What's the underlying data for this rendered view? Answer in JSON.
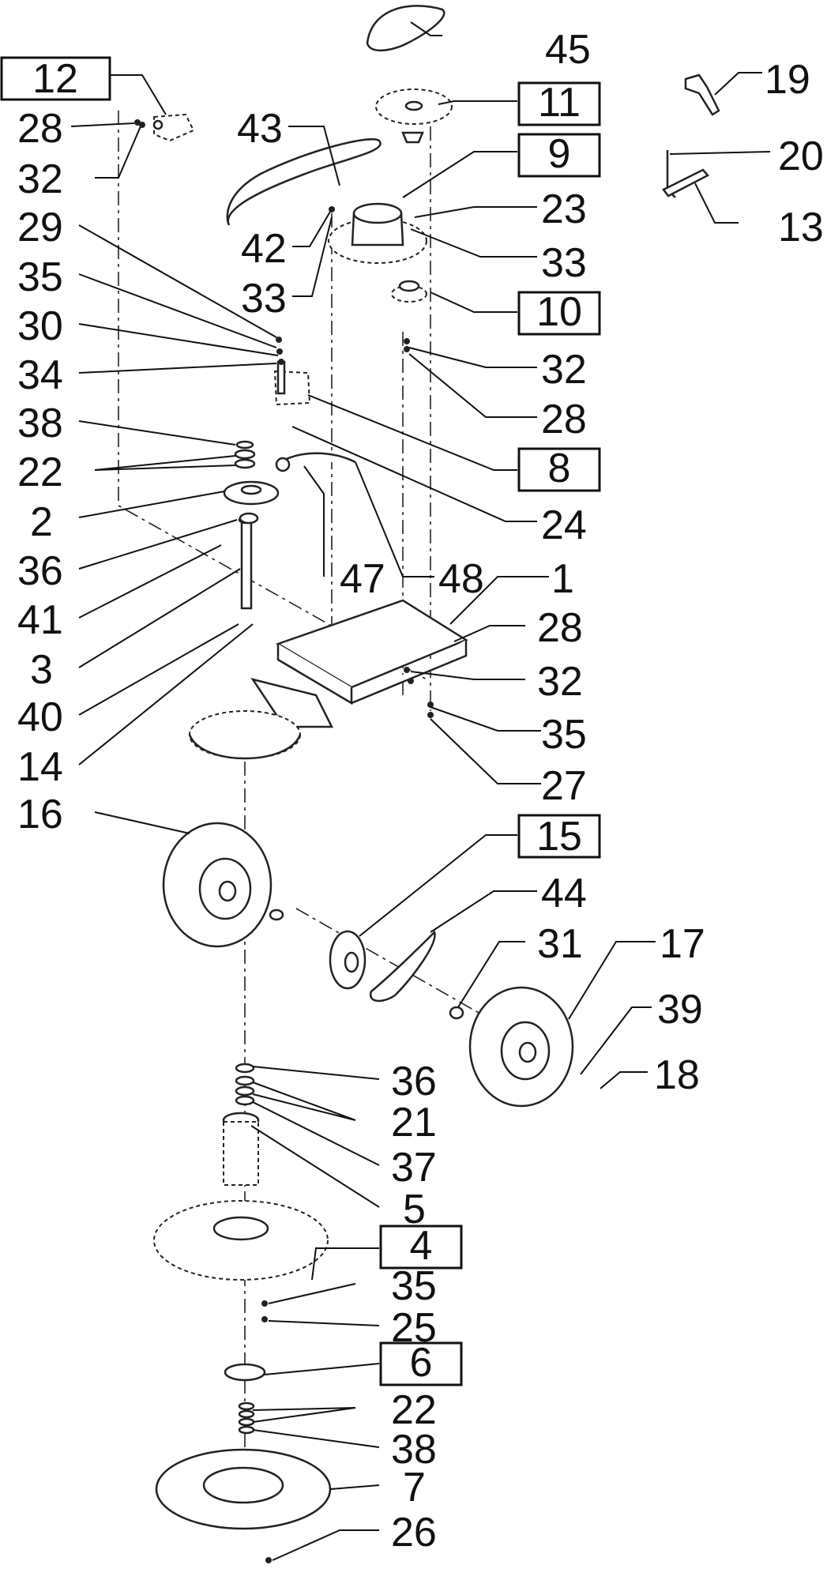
{
  "labels": {
    "l45": "45",
    "l12": "12",
    "l11": "11",
    "l19": "19",
    "l28a": "28",
    "l43": "43",
    "l9": "9",
    "l20": "20",
    "l32a": "32",
    "l23": "23",
    "l13": "13",
    "l29": "29",
    "l42": "42",
    "l33a": "33",
    "l33b": "33",
    "l35a": "35",
    "l10": "10",
    "l30": "30",
    "l32b": "32",
    "l34": "34",
    "l28b": "28",
    "l38a": "38",
    "l8": "8",
    "l22a": "22",
    "l2": "2",
    "l24": "24",
    "l36a": "36",
    "l47": "47",
    "l48": "48",
    "l1": "1",
    "l41": "41",
    "l28c": "28",
    "l3": "3",
    "l32c": "32",
    "l40": "40",
    "l35b": "35",
    "l14": "14",
    "l27": "27",
    "l16": "16",
    "l15": "15",
    "l44": "44",
    "l31": "31",
    "l17": "17",
    "l39": "39",
    "l18": "18",
    "l36b": "36",
    "l21": "21",
    "l37": "37",
    "l5": "5",
    "l4": "4",
    "l35c": "35",
    "l25": "25",
    "l6": "6",
    "l22b": "22",
    "l38b": "38",
    "l7": "7",
    "l26": "26"
  }
}
